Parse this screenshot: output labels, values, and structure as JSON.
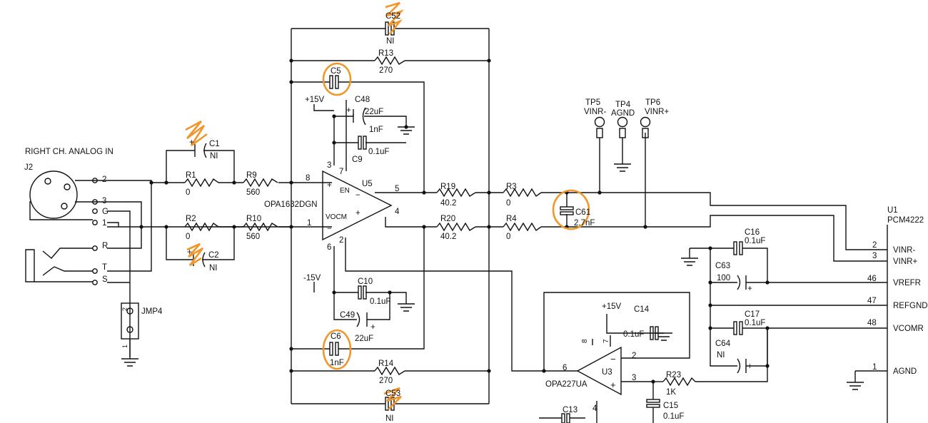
{
  "title": "RIGHT CH. ANALOG IN",
  "connector": {
    "ref": "J2",
    "pins": [
      "2",
      "3",
      "G",
      "1",
      "R",
      "T",
      "S"
    ]
  },
  "jumper": {
    "ref": "JMP4",
    "pins": [
      "2",
      "1"
    ]
  },
  "resistors": {
    "R1": {
      "ref": "R1",
      "value": "0"
    },
    "R2": {
      "ref": "R2",
      "value": "0"
    },
    "R9": {
      "ref": "R9",
      "value": "560"
    },
    "R10": {
      "ref": "R10",
      "value": "560"
    },
    "R13": {
      "ref": "R13",
      "value": "270"
    },
    "R14": {
      "ref": "R14",
      "value": "270"
    },
    "R19": {
      "ref": "R19",
      "value": "40.2"
    },
    "R20": {
      "ref": "R20",
      "value": "40.2"
    },
    "R3": {
      "ref": "R3",
      "value": "0"
    },
    "R4": {
      "ref": "R4",
      "value": "0"
    },
    "R23": {
      "ref": "R23",
      "value": "1K"
    }
  },
  "capacitors": {
    "C1": {
      "ref": "C1",
      "value": "NI"
    },
    "C2": {
      "ref": "C2",
      "value": "NI"
    },
    "C52": {
      "ref": "C52",
      "value": "NI"
    },
    "C53": {
      "ref": "C53",
      "value": "NI"
    },
    "C5": {
      "ref": "C5",
      "value": ""
    },
    "C6": {
      "ref": "C6",
      "value": "1nF"
    },
    "C48": {
      "ref": "C48",
      "value": "22uF"
    },
    "C48b": {
      "ref": "",
      "value": "1nF"
    },
    "C9": {
      "ref": "C9",
      "value": "0.1uF"
    },
    "C10": {
      "ref": "C10",
      "value": "0.1uF"
    },
    "C49": {
      "ref": "C49",
      "value": "22uF"
    },
    "C61": {
      "ref": "C61",
      "value": "2.7nF"
    },
    "C14": {
      "ref": "C14",
      "value": "0.1uF"
    },
    "C15": {
      "ref": "C15",
      "value": "0.1uF"
    },
    "C13": {
      "ref": "C13",
      "value": ""
    },
    "C16": {
      "ref": "C16",
      "value": "0.1uF"
    },
    "C17": {
      "ref": "C17",
      "value": "0.1uF"
    },
    "C63": {
      "ref": "C63",
      "value": "100"
    },
    "C64": {
      "ref": "C64",
      "value": "NI"
    }
  },
  "supplies": {
    "pos": "+15V",
    "neg": "-15V",
    "pos2": "+15V"
  },
  "u5": {
    "ref": "U5",
    "part": "OPA1632DGN",
    "pins": {
      "p8": "8",
      "p1": "1",
      "p3": "3",
      "p7": "7",
      "p6": "6",
      "p2": "2",
      "p5": "5",
      "p4": "4"
    },
    "labels": {
      "plus": "+",
      "minus": "−",
      "en": "EN",
      "vocm": "VOCM",
      "outminus": "−",
      "outplus": "+"
    }
  },
  "u3": {
    "ref": "U3",
    "part": "OPA227UA",
    "pins": {
      "p8": "8",
      "p7": "7",
      "p6": "6",
      "p2": "2",
      "p3": "3",
      "p4": "4"
    },
    "labels": {
      "minus": "−",
      "plus": "+"
    }
  },
  "testpoints": [
    {
      "ref": "TP5",
      "net": "VINR-"
    },
    {
      "ref": "TP4",
      "net": "AGND"
    },
    {
      "ref": "TP6",
      "net": "VINR+"
    }
  ],
  "u1": {
    "ref": "U1",
    "part": "PCM4222",
    "pins": [
      {
        "num": "2",
        "name": "VINR-"
      },
      {
        "num": "3",
        "name": "VINR+"
      },
      {
        "num": "46",
        "name": "VREFR"
      },
      {
        "num": "47",
        "name": "REFGND"
      },
      {
        "num": "48",
        "name": "VCOMR"
      },
      {
        "num": "1",
        "name": "AGND"
      }
    ]
  },
  "polarity": {
    "plus": "+"
  },
  "colors": {
    "annotation": "#f0962a",
    "wire": "#111111"
  }
}
